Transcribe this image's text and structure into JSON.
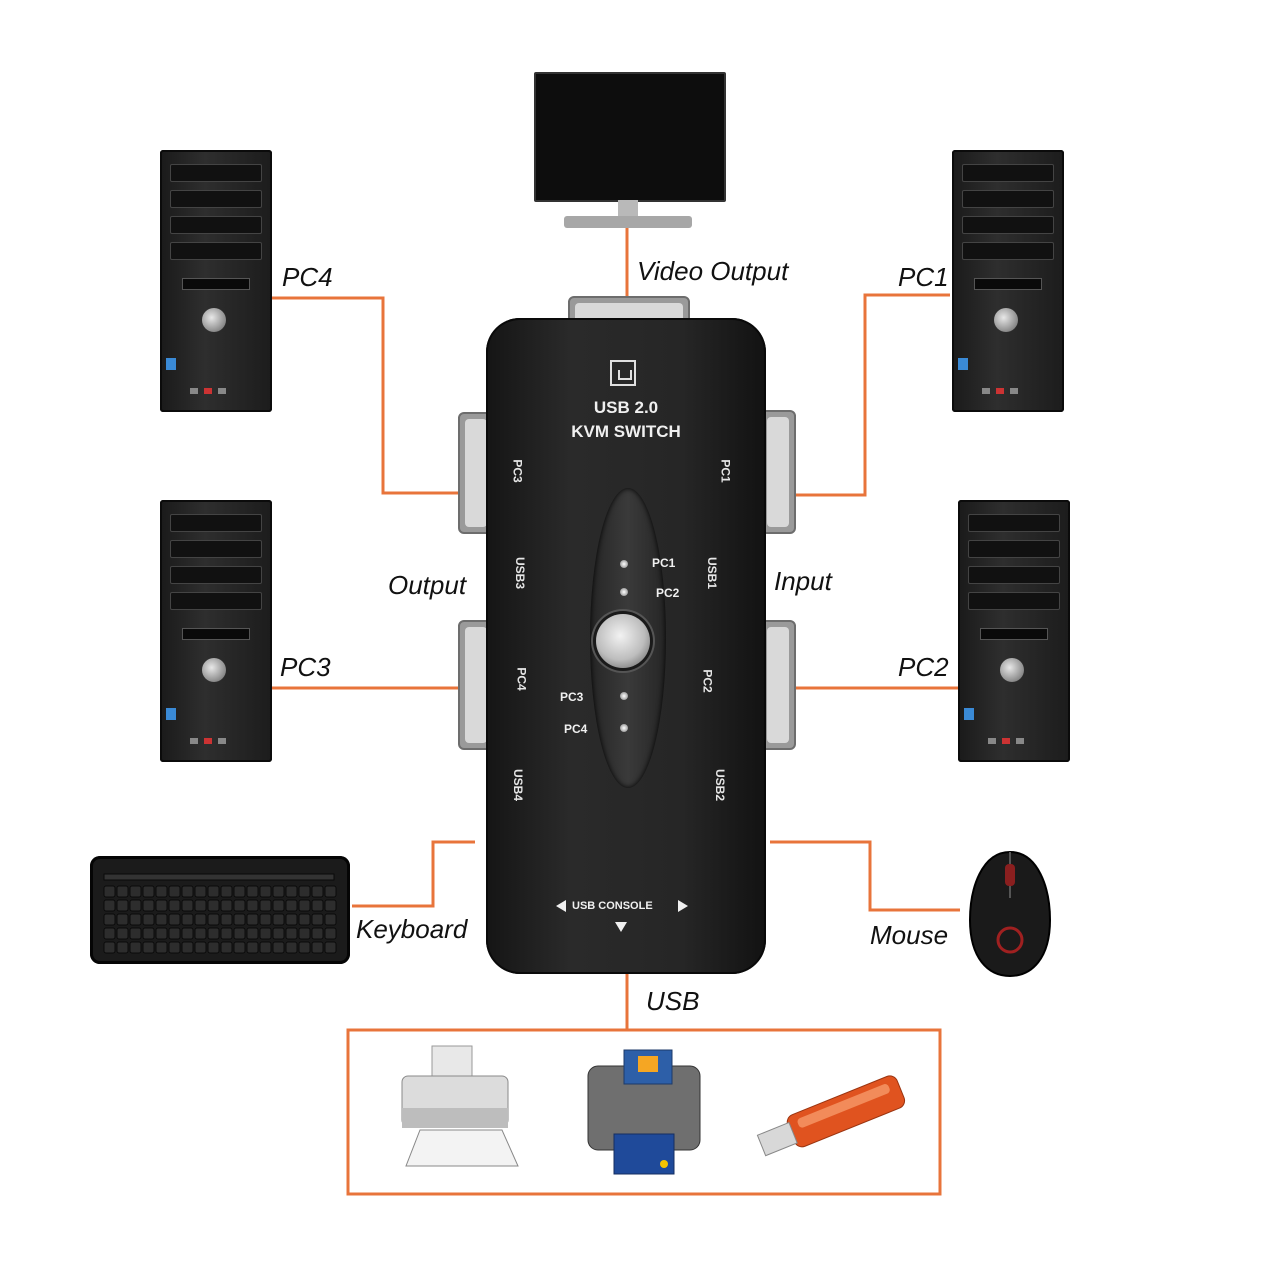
{
  "device": {
    "line1": "USB 2.0",
    "line2": "KVM SWITCH",
    "ports": {
      "pc1": "PC1",
      "pc2": "PC2",
      "pc3": "PC3",
      "pc4": "PC4",
      "usb1": "USB1",
      "usb2": "USB2",
      "usb3": "USB3",
      "usb4": "USB4"
    },
    "indicators": [
      "PC1",
      "PC2",
      "PC3",
      "PC4"
    ],
    "console": "USB CONSOLE"
  },
  "labels": {
    "video_output": "Video Output",
    "pc1": "PC1",
    "pc2": "PC2",
    "pc3": "PC3",
    "pc4": "PC4",
    "input": "Input",
    "output": "Output",
    "keyboard": "Keyboard",
    "mouse": "Mouse",
    "usb": "USB"
  },
  "colors": {
    "wire": "#e8743b",
    "device_body": "#1f1f1f"
  }
}
